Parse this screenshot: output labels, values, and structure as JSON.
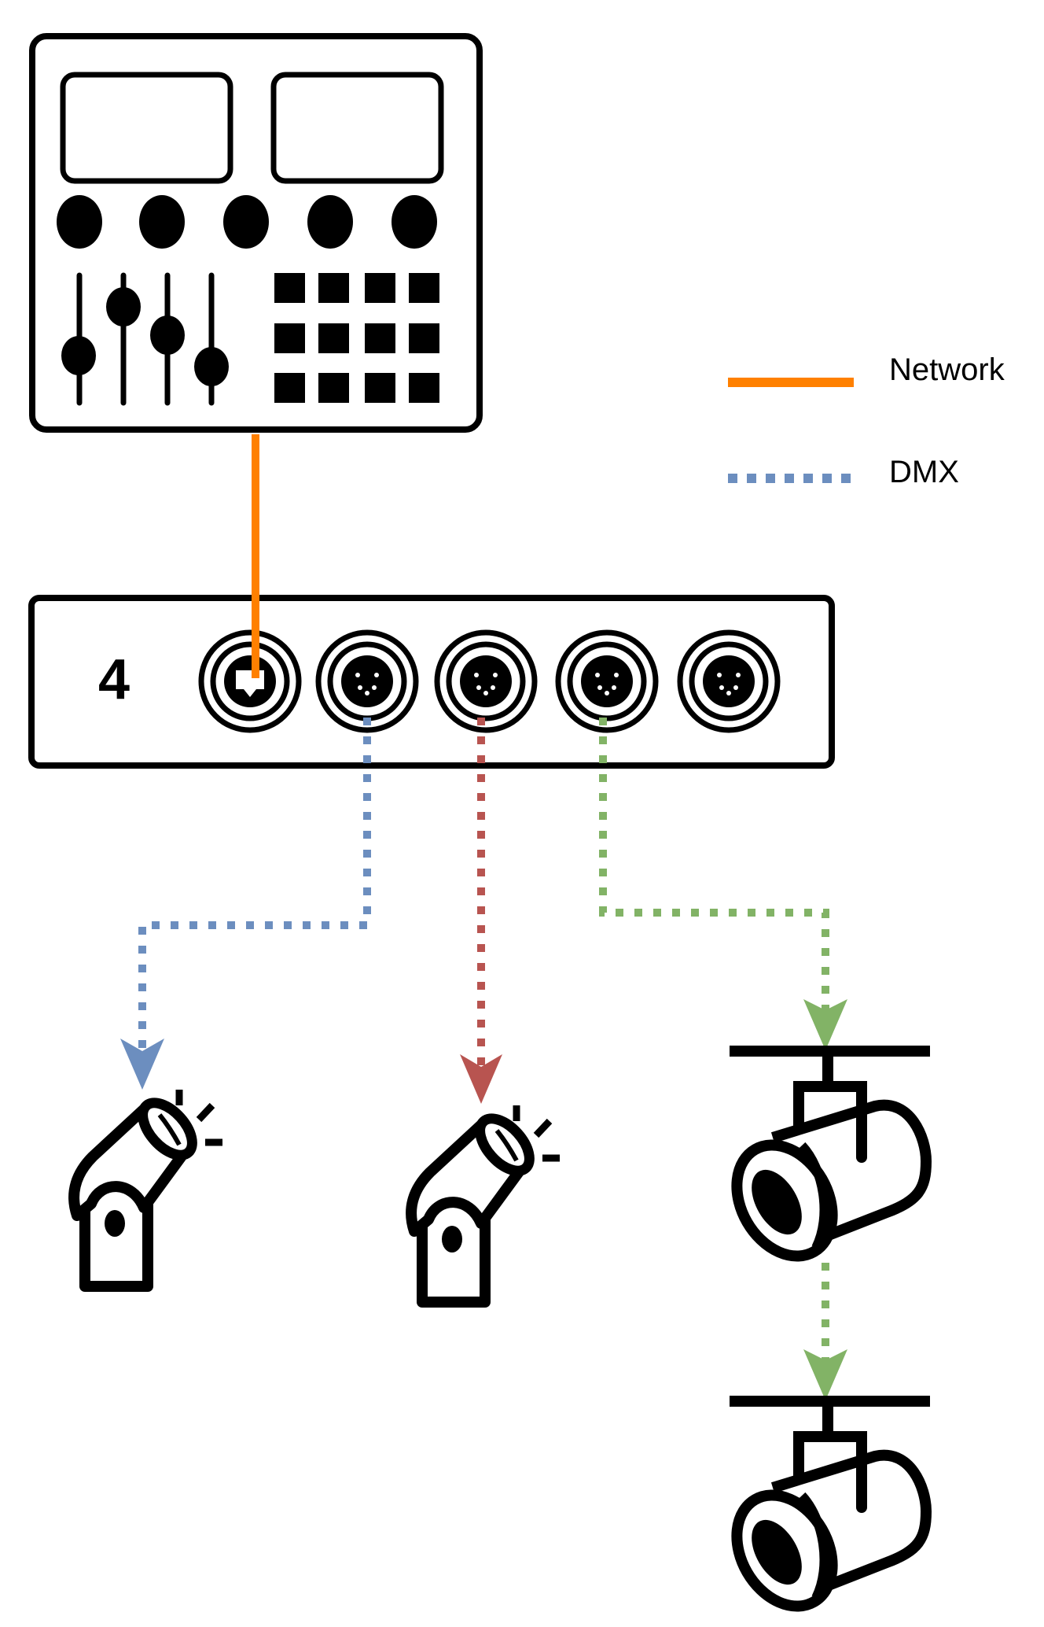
{
  "legend": {
    "network": {
      "label": "Network",
      "color": "#ff8000",
      "style": "solid"
    },
    "dmx": {
      "label": "DMX",
      "color": "#6c8ebf",
      "style": "dotted"
    }
  },
  "node": {
    "label": "4",
    "ports": [
      {
        "type": "ethernet",
        "connected": "network"
      },
      {
        "type": "dmx-5pin",
        "connected": "dmx-universe-1"
      },
      {
        "type": "dmx-5pin",
        "connected": "dmx-universe-2"
      },
      {
        "type": "dmx-5pin",
        "connected": "dmx-universe-3"
      },
      {
        "type": "dmx-5pin",
        "connected": "none"
      }
    ]
  },
  "devices": {
    "console": {
      "icon": "lighting-console-icon"
    },
    "fixtures": [
      {
        "icon": "spotlight-icon",
        "universe": "dmx-universe-1"
      },
      {
        "icon": "spotlight-icon",
        "universe": "dmx-universe-2"
      },
      {
        "icon": "truss-fixture-icon",
        "universe": "dmx-universe-3"
      },
      {
        "icon": "truss-fixture-icon",
        "universe": "dmx-universe-3"
      }
    ]
  },
  "colors": {
    "network": "#ff8000",
    "universe1": "#6c8ebf",
    "universe2": "#b85450",
    "universe3": "#82b366",
    "stroke": "#000000"
  }
}
